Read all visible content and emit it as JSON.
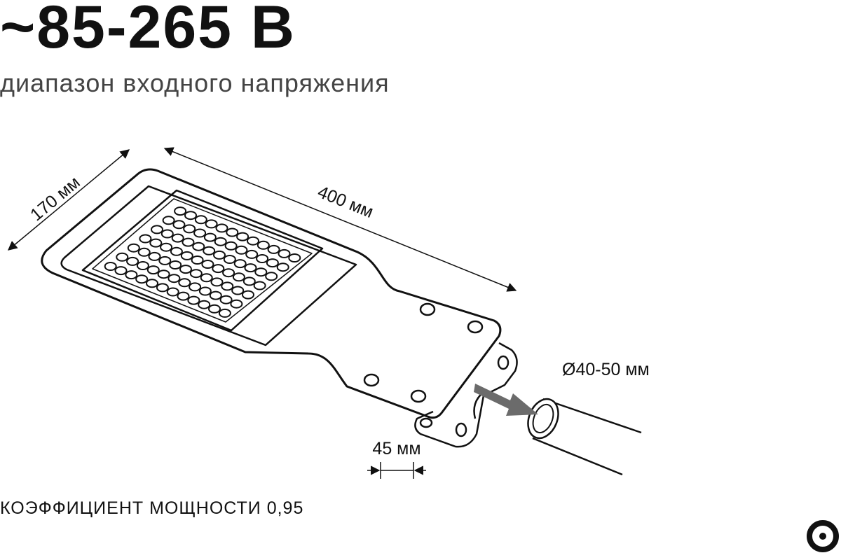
{
  "header": {
    "voltage": "~85-265 В",
    "caption": "диапазон входного напряжения"
  },
  "dimensions": {
    "width": "170 мм",
    "length": "400 мм",
    "mount": "45 мм",
    "pipe": "Ø40-50 мм"
  },
  "footer": {
    "power_factor": "КОЭФФИЦИЕНТ МОЩНОСТИ 0,95"
  },
  "brand": {
    "icon": "ring-logo-icon"
  },
  "colors": {
    "ink": "#111111",
    "arrow": "#6b6b6b",
    "background": "#ffffff"
  }
}
